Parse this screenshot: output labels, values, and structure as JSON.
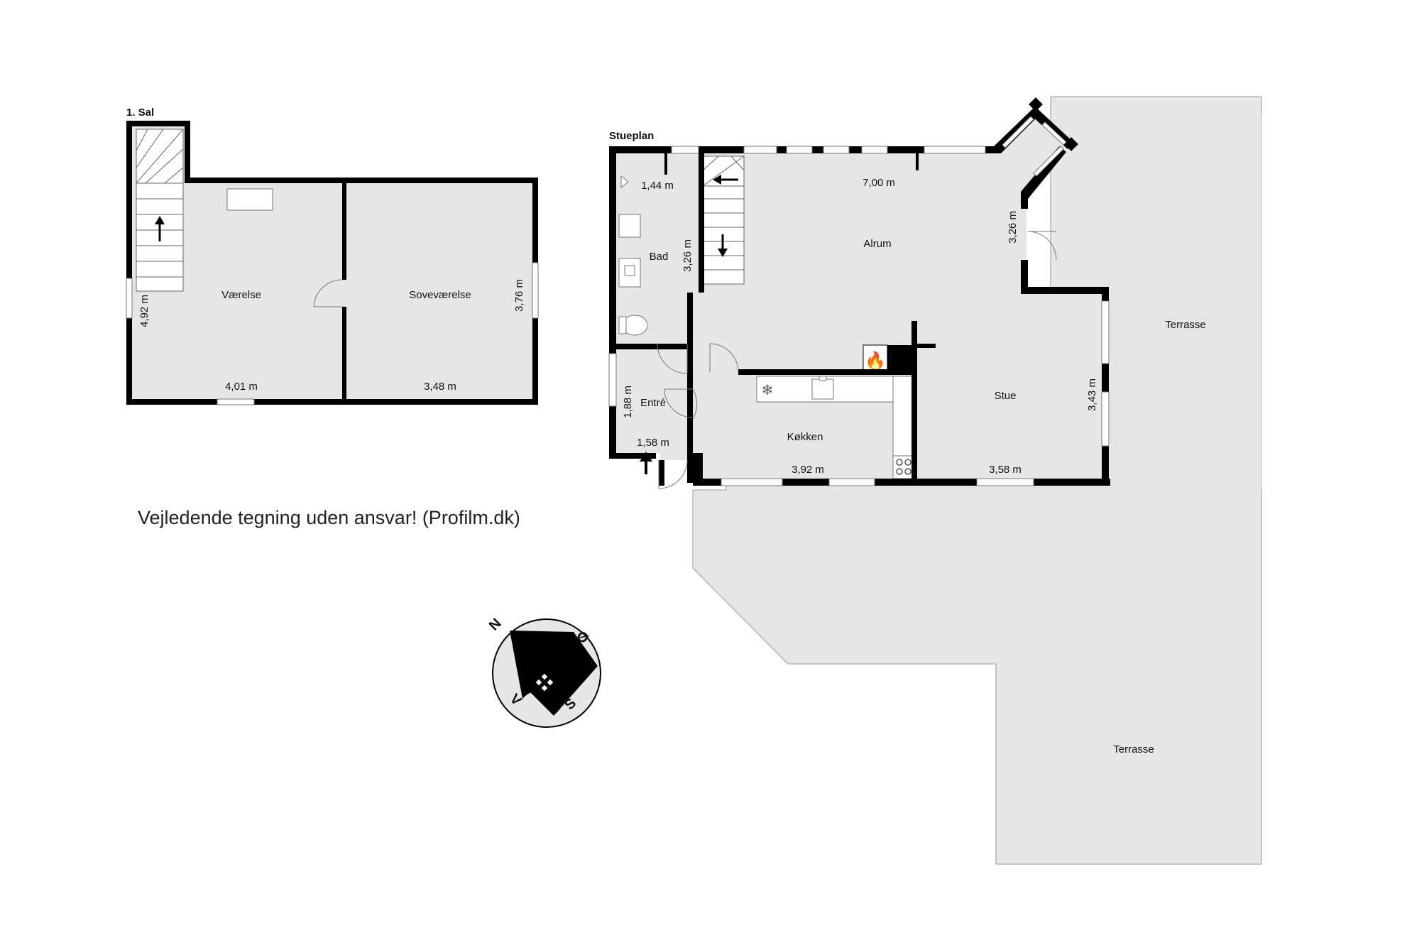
{
  "upper_floor": {
    "title": "1. Sal",
    "rooms": {
      "vaerelse": "Værelse",
      "sovevaerelse": "Soveværelse"
    },
    "dims": {
      "d401": "4,01 m",
      "d348": "3,48 m",
      "d492": "4,92 m",
      "d376": "3,76 m"
    }
  },
  "ground_floor": {
    "title": "Stueplan",
    "rooms": {
      "bad": "Bad",
      "alrum": "Alrum",
      "stue": "Stue",
      "entre": "Entré",
      "kokken": "Køkken",
      "terrasse_upper": "Terrasse",
      "terrasse_lower": "Terrasse"
    },
    "dims": {
      "d144": "1,44 m",
      "d700": "7,00 m",
      "d326a": "3,26 m",
      "d326b": "3,26 m",
      "d343": "3,43 m",
      "d188": "1,88 m",
      "d158": "1,58 m",
      "d392": "3,92 m",
      "d358": "3,58 m"
    }
  },
  "disclaimer": "Vejledende tegning uden ansvar! (Profilm.dk)",
  "compass": {
    "north": "N",
    "east": "Ø",
    "south": "S",
    "west": "V"
  },
  "colors": {
    "wall": "#000000",
    "floor": "#e6e6e6",
    "terrace": "#e6e6e6",
    "window": "#ffffff"
  }
}
